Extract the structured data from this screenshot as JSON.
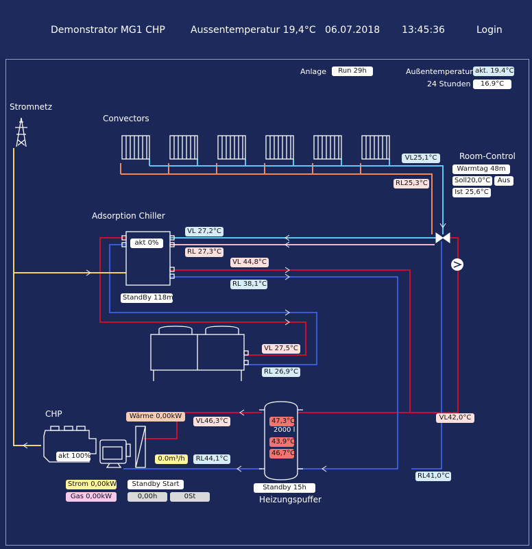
{
  "header": {
    "title": "Demonstrator MG1 CHP",
    "outside_temp": "Aussentemperatur 19,4°C",
    "date": "06.07.2018",
    "time": "13:45:36",
    "login": "Login"
  },
  "status": {
    "anlage_label": "Anlage",
    "anlage_value": "Run 29h",
    "aussen_label": "Außentemperatur",
    "aussen_value": "akt. 19.4°C",
    "stunden_label": "24 Stunden",
    "stunden_value": "16.9°C"
  },
  "stromnetz": {
    "label": "Stromnetz"
  },
  "convectors": {
    "label": "Convectors",
    "vl": "VL25,1°C",
    "rl": "RL25,3°C"
  },
  "room_control": {
    "label": "Room-Control",
    "mode": "Warmtag 48m",
    "soll": "Soll20,0°C",
    "aus": "Aus",
    "ist": "Ist 25,6°C"
  },
  "chiller": {
    "label": "Adsorption Chiller",
    "akt": "akt 0%",
    "standby": "StandBy 118m",
    "vl1": "VL 27,2°C",
    "rl1": "RL 27,3°C",
    "vl2": "VL 44,8°C",
    "rl2": "RL 38,1°C"
  },
  "cooler": {
    "vl": "VL 27,5°C",
    "rl": "RL 26,9°C"
  },
  "chp": {
    "label": "CHP",
    "akt": "akt 100%",
    "waerme": "Wärme 0,00kW",
    "vl": "VL46,3°C",
    "flow": "0.0m³/h",
    "rl": "RL44,1°C",
    "strom": "Strom 0,00kW",
    "gas": "Gas 0,00kW",
    "standby_start": "Standby Start",
    "hours": "0,00h",
    "starts": "0St"
  },
  "buffer": {
    "label": "Heizungspuffer",
    "volume": "2000 l",
    "t1": "47,3°C",
    "t2": "43,9°C",
    "t3": "46,7°C",
    "standby": "Standby 15h",
    "vl": "VL42,0°C",
    "rl": "RL41,0°C"
  },
  "colors": {
    "background": "#1b2757",
    "supply_red": "#c8102e",
    "return_blue": "#3b5bd6",
    "cold_light_blue": "#5ec8f5",
    "convector_orange": "#f08a5d",
    "power_yellow": "#f7d26a"
  }
}
